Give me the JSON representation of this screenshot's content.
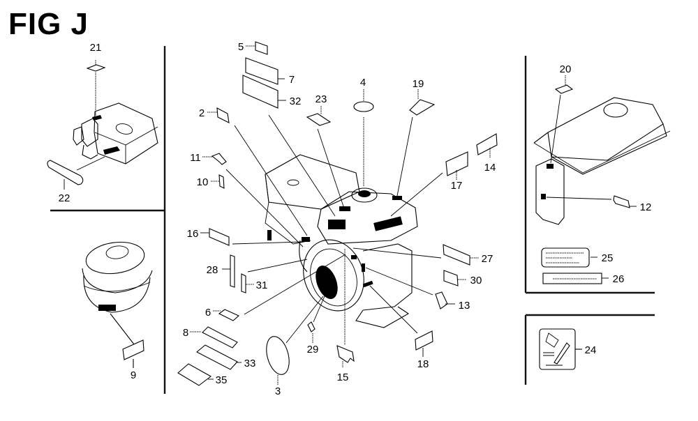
{
  "figure": {
    "title": "FIG J",
    "type": "exploded parts diagram (labels / decals)"
  },
  "panels": {
    "top_left": {
      "subject": "muffler",
      "callouts": [
        "21",
        "22"
      ]
    },
    "bottom_left": {
      "subject": "air cleaner",
      "callouts": [
        "9"
      ]
    },
    "center": {
      "subject": "engine",
      "callouts": [
        "2",
        "3",
        "4",
        "5",
        "6",
        "7",
        "8",
        "10",
        "11",
        "13",
        "14",
        "15",
        "16",
        "17",
        "18",
        "19",
        "23",
        "27",
        "28",
        "29",
        "30",
        "31",
        "32",
        "33",
        "35"
      ]
    },
    "top_right": {
      "subject": "fuel tank",
      "callouts": [
        "12",
        "20",
        "25",
        "26"
      ]
    },
    "bottom_right": {
      "subject": "caution symbol label",
      "callouts": [
        "24"
      ]
    }
  },
  "callouts": {
    "c2": "2",
    "c3": "3",
    "c4": "4",
    "c5": "5",
    "c6": "6",
    "c7": "7",
    "c8": "8",
    "c9": "9",
    "c10": "10",
    "c11": "11",
    "c12": "12",
    "c13": "13",
    "c14": "14",
    "c15": "15",
    "c16": "16",
    "c17": "17",
    "c18": "18",
    "c19": "19",
    "c20": "20",
    "c21": "21",
    "c22": "22",
    "c23": "23",
    "c24": "24",
    "c25": "25",
    "c26": "26",
    "c27": "27",
    "c28": "28",
    "c29": "29",
    "c30": "30",
    "c31": "31",
    "c32": "32",
    "c33": "33",
    "c35": "35"
  }
}
